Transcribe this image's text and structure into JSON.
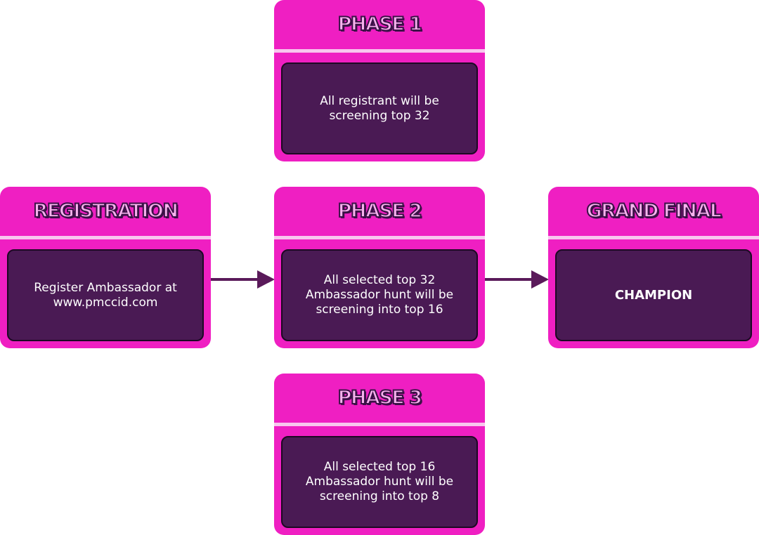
{
  "colors": {
    "card_pink": "#ef1fc2",
    "card_body": "#4a1a54",
    "arrow": "#5a1a5a",
    "title_fill": "#f7b3ee",
    "title_outline": "#3b1147"
  },
  "nodes": {
    "phase1": {
      "title": "PHASE 1",
      "text": "All registrant will be\nscreening top 32"
    },
    "registration": {
      "title": "REGISTRATION",
      "text": "Register Ambassador at\nwww.pmccid.com"
    },
    "phase2": {
      "title": "PHASE 2",
      "text": "All selected top 32\nAmbassador hunt will be\nscreening into top 16"
    },
    "grand_final": {
      "title": "GRAND FINAL",
      "text": "CHAMPION"
    },
    "phase3": {
      "title": "PHASE 3",
      "text": "All selected top 16\nAmbassador hunt will be\nscreening into top 8"
    }
  },
  "edges": [
    {
      "from": "registration",
      "to": "phase2"
    },
    {
      "from": "phase2",
      "to": "grand_final"
    }
  ]
}
